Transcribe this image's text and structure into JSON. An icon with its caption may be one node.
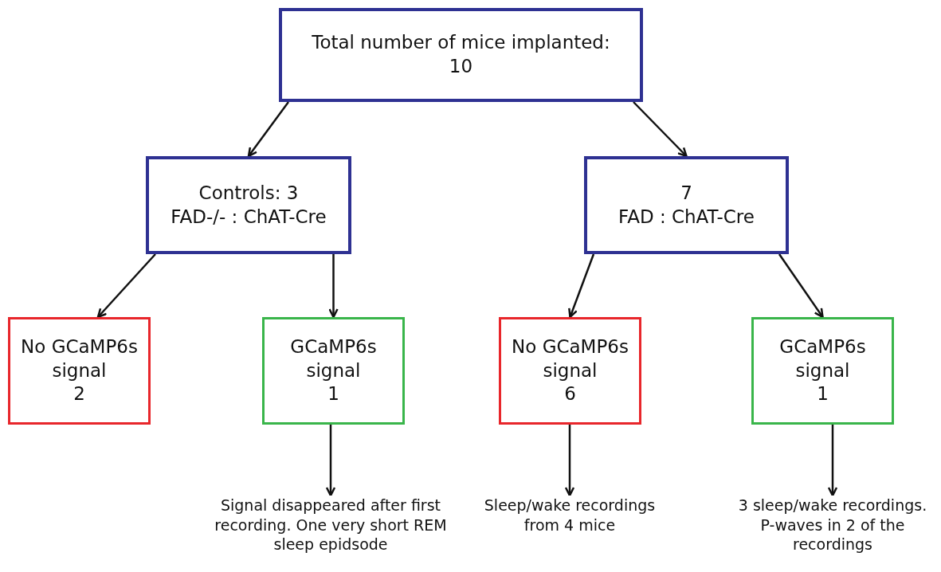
{
  "diagram": {
    "nodes": [
      {
        "text": [
          "Total number of mice implanted:",
          "10"
        ]
      },
      {
        "text": [
          "Controls: 3",
          "FAD-/- : ChAT-Cre"
        ]
      },
      {
        "text": [
          "7",
          "FAD : ChAT-Cre"
        ]
      },
      {
        "text": [
          "No GCaMP6s signal",
          "2"
        ]
      },
      {
        "text": [
          "GCaMP6s signal",
          "1"
        ]
      },
      {
        "text": [
          "No GCaMP6s signal",
          "6"
        ]
      },
      {
        "text": [
          "GCaMP6s signal",
          "1"
        ]
      },
      {
        "text": [
          "Signal disappeared after first recording. One very short REM sleep epidsode"
        ]
      },
      {
        "text": [
          "Sleep/wake recordings from 4 mice"
        ]
      },
      {
        "text": [
          "3 sleep/wake recordings. P-waves in 2 of the recordings"
        ]
      }
    ],
    "edges": [
      {
        "from": 0,
        "to": 1,
        "arrow": "to"
      },
      {
        "from": 0,
        "to": 2,
        "arrow": "to"
      },
      {
        "from": 1,
        "to": 3,
        "arrow": "to"
      },
      {
        "from": 1,
        "to": 4,
        "arrow": "to"
      },
      {
        "from": 2,
        "to": 5,
        "arrow": "to"
      },
      {
        "from": 2,
        "to": 6,
        "arrow": "to"
      },
      {
        "from": 4,
        "to": 7,
        "arrow": "to"
      },
      {
        "from": 5,
        "to": 8,
        "arrow": "to"
      },
      {
        "from": 6,
        "to": 9,
        "arrow": "to"
      }
    ]
  }
}
